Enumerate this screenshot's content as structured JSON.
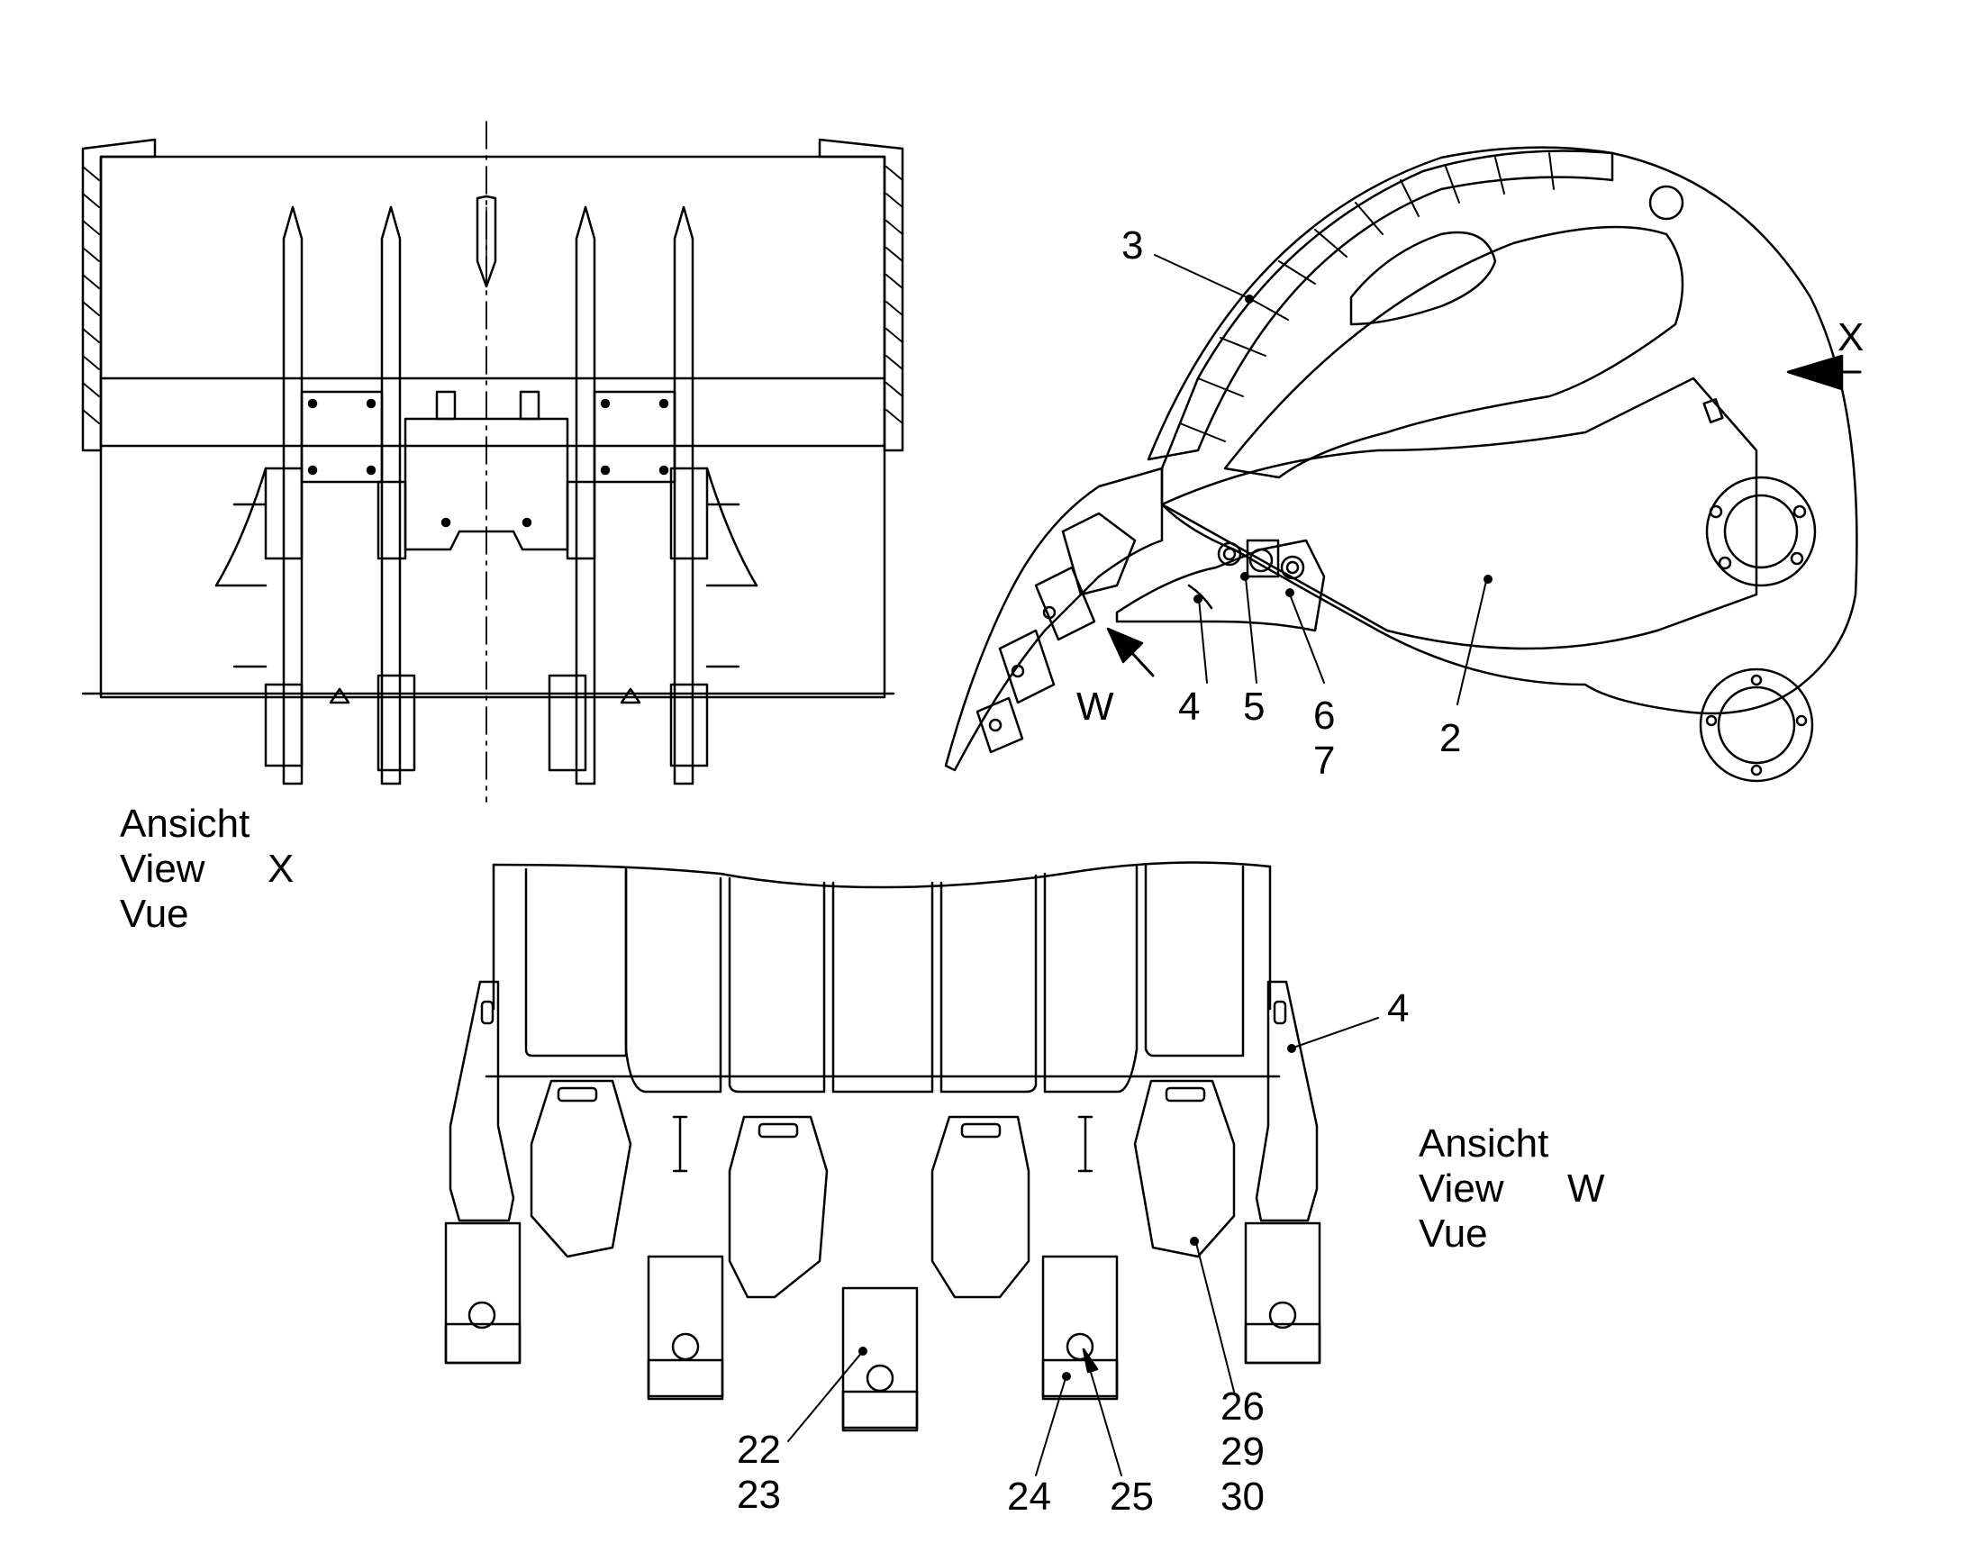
{
  "callouts": {
    "c2": "2",
    "c3": "3",
    "c4a": "4",
    "c4b": "4",
    "c5": "5",
    "c6": "6",
    "c7": "7",
    "c22": "22",
    "c23": "23",
    "c24": "24",
    "c25": "25",
    "c26": "26",
    "c29": "29",
    "c30": "30"
  },
  "view_x": {
    "line1": "Ansicht",
    "line2": "View",
    "line3": "Vue",
    "letter": "X"
  },
  "view_w": {
    "line1": "Ansicht",
    "line2": "View",
    "line3": "Vue",
    "letter": "W"
  },
  "direction_arrows": {
    "x_arrow_letter": "X",
    "w_arrow_letter": "W"
  }
}
